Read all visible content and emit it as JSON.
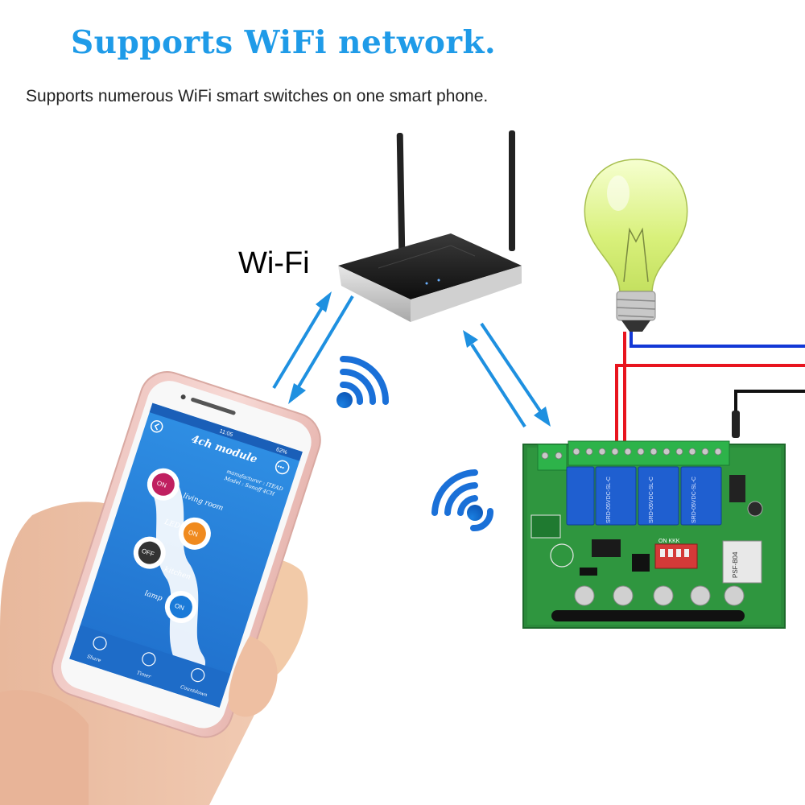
{
  "header": {
    "title": "Supports WiFi network.",
    "subtitle": "Supports numerous WiFi smart switches on one smart phone."
  },
  "router": {
    "label": "Wi-Fi"
  },
  "phone_app": {
    "status_time": "11:05",
    "status_battery": "62%",
    "title": "4ch module",
    "info_line1": "manufacturer : ITEAD",
    "info_line2": "Model : Sonoff 4CH",
    "channels": [
      {
        "name": "living room",
        "state": "ON"
      },
      {
        "name": "LED",
        "state": "ON"
      },
      {
        "name": "kitchen",
        "state": "OFF"
      },
      {
        "name": "lamp",
        "state": "ON"
      }
    ],
    "bottom_nav": [
      "Share",
      "Timer",
      "Countdown"
    ]
  },
  "board": {
    "relay_text": "SRD-05VDC-SL-C",
    "dip_switch": "ON KKK",
    "module_label": "PSF-B04"
  },
  "colors": {
    "headline": "#1f9be8",
    "arrow": "#1e90e0",
    "wire_blue": "#1238d6",
    "wire_red": "#e8141e",
    "wire_black": "#111111",
    "pcb_green": "#2a8a3a",
    "app_blue": "#2b8be0"
  },
  "icons": [
    "wifi-signal-icon",
    "share-icon",
    "timer-icon",
    "countdown-icon",
    "back-icon",
    "more-icon"
  ]
}
